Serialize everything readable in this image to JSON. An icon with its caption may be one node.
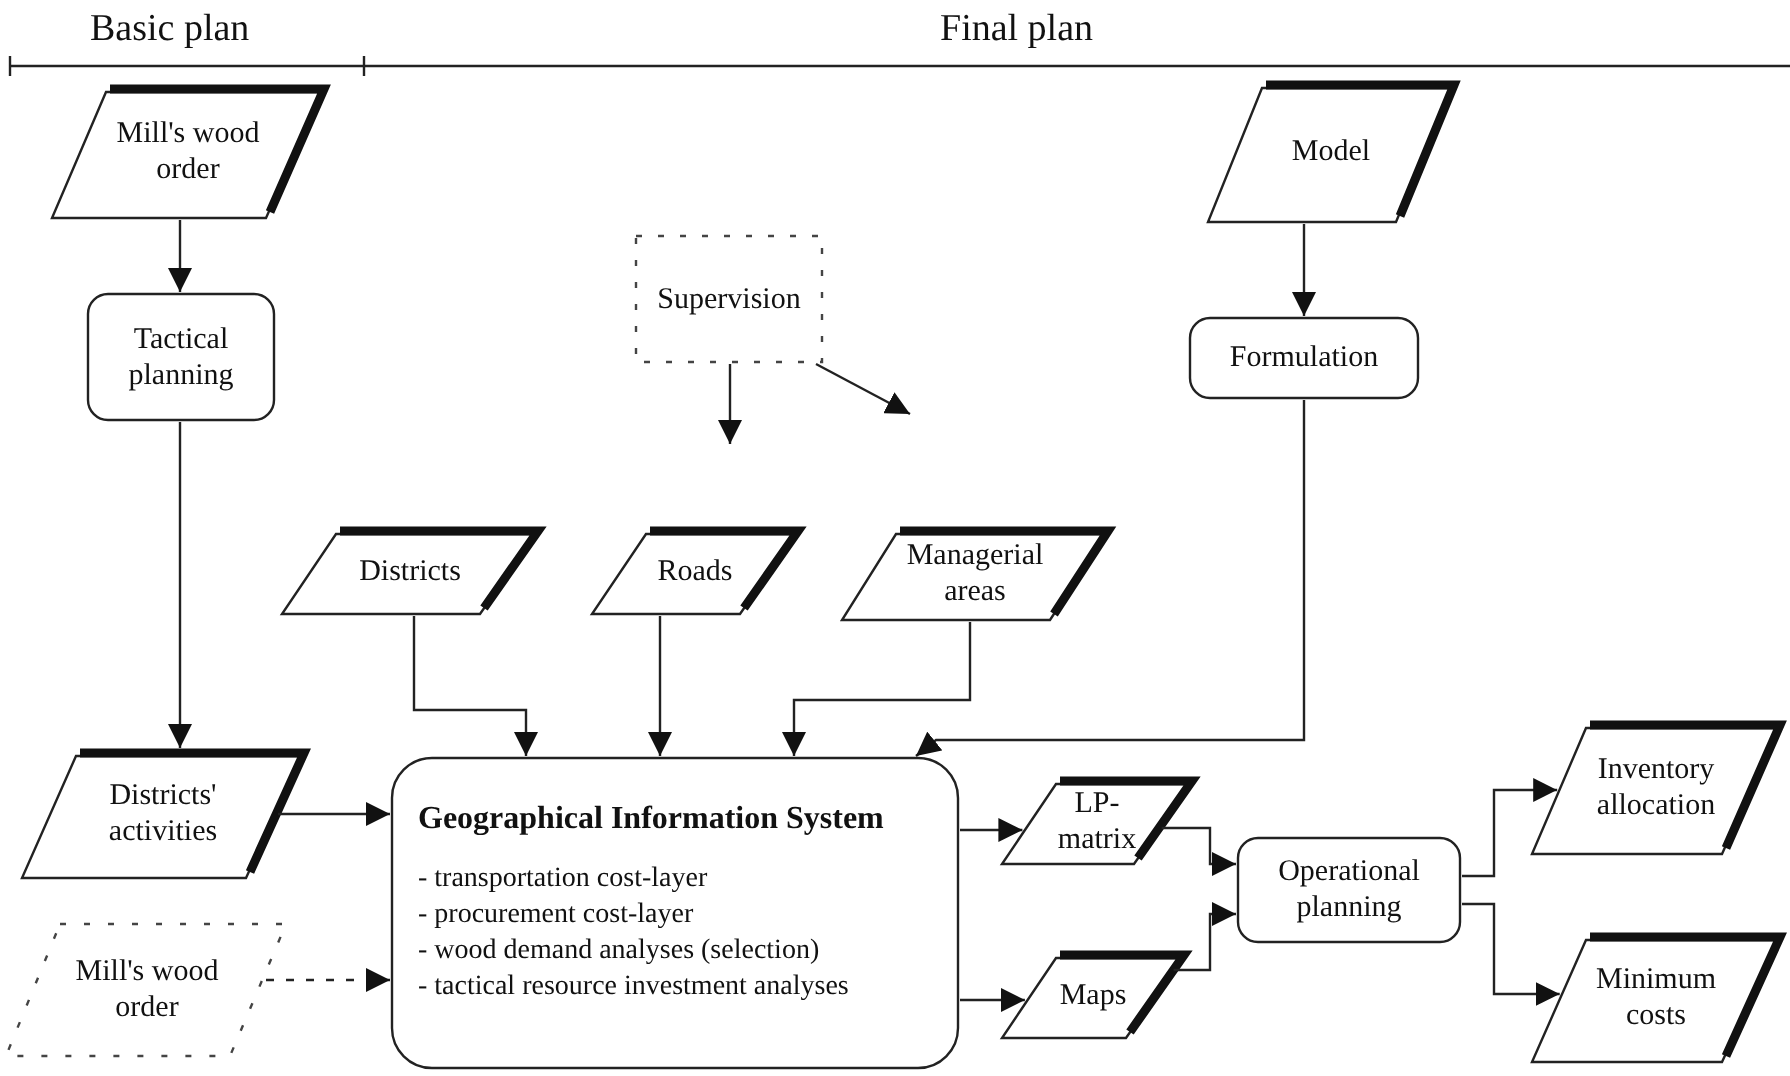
{
  "diagram": {
    "nodes": [
      {
        "text": [
          "Mill's wood order"
        ]
      },
      {
        "text": [
          "Tactical planning"
        ]
      },
      {
        "text": [
          "Supervision"
        ]
      },
      {
        "text": [
          "Districts"
        ]
      },
      {
        "text": [
          "Roads"
        ]
      },
      {
        "text": [
          "Managerial areas"
        ]
      },
      {
        "text": [
          "Districts' activities"
        ]
      },
      {
        "text": [
          "Mill's wood order"
        ]
      },
      {
        "text": [
          "Geographical Information System",
          "- transportation cost-layer",
          "- procurement cost-layer",
          "- wood demand analyses (selection)",
          "- tactical resource investment analyses"
        ]
      },
      {
        "text": [
          "Model"
        ]
      },
      {
        "text": [
          "Formulation"
        ]
      },
      {
        "text": [
          "LP-matrix"
        ]
      },
      {
        "text": [
          "Maps"
        ]
      },
      {
        "text": [
          "Operational planning"
        ]
      },
      {
        "text": [
          "Inventory allocation"
        ]
      },
      {
        "text": [
          "Minimum costs"
        ]
      }
    ],
    "edges": [
      {
        "from": 0,
        "to": 1,
        "arrow": "to"
      },
      {
        "from": 1,
        "to": 6,
        "arrow": "to"
      },
      {
        "from": 2,
        "to": null,
        "arrow": "to"
      },
      {
        "from": 2,
        "to": null,
        "arrow": "to"
      },
      {
        "from": 3,
        "to": 8,
        "arrow": "to"
      },
      {
        "from": 4,
        "to": 8,
        "arrow": "to"
      },
      {
        "from": 5,
        "to": 8,
        "arrow": "to"
      },
      {
        "from": 9,
        "to": 10,
        "arrow": "to"
      },
      {
        "from": 10,
        "to": 8,
        "arrow": "to"
      },
      {
        "from": 6,
        "to": 8,
        "arrow": "to"
      },
      {
        "from": 7,
        "to": 8,
        "arrow": "to",
        "style": "dashed"
      },
      {
        "from": 8,
        "to": 11,
        "arrow": "to"
      },
      {
        "from": 8,
        "to": 12,
        "arrow": "to"
      },
      {
        "from": 11,
        "to": 13,
        "arrow": "to"
      },
      {
        "from": 12,
        "to": 13,
        "arrow": "to"
      },
      {
        "from": 13,
        "to": 14,
        "arrow": "to"
      },
      {
        "from": 13,
        "to": 15,
        "arrow": "to"
      }
    ],
    "labels": [
      "Basic plan",
      "Final plan"
    ]
  }
}
